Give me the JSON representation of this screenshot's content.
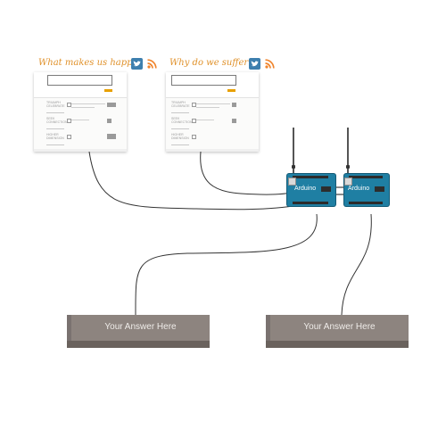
{
  "panels": [
    {
      "title": "What makes us happy?",
      "rows": [
        {
          "label": "TRIUMPH\nCELEBRATE"
        },
        {
          "label": "SEEK\nCONNECTION"
        },
        {
          "label": "HIGHER\nDIMENSION"
        }
      ]
    },
    {
      "title": "Why do we suffer?",
      "rows": [
        {
          "label": "TRIUMPH\nCELEBRATE"
        },
        {
          "label": "SEEK\nCONNECTION"
        },
        {
          "label": "HIGHER\nDIMENSION"
        }
      ]
    }
  ],
  "boards": [
    {
      "label": "Arduino"
    },
    {
      "label": "Arduino"
    }
  ],
  "answers": [
    {
      "label": "Your Answer Here"
    },
    {
      "label": "Your Answer Here"
    }
  ],
  "icons": [
    "twitter-icon",
    "rss-icon"
  ],
  "colors": {
    "title": "#e0912a",
    "twitter": "#3d7fae",
    "rss": "#f0842c",
    "board": "#1f7fa3",
    "answer_box": "#8d847f",
    "wire": "#333333"
  }
}
